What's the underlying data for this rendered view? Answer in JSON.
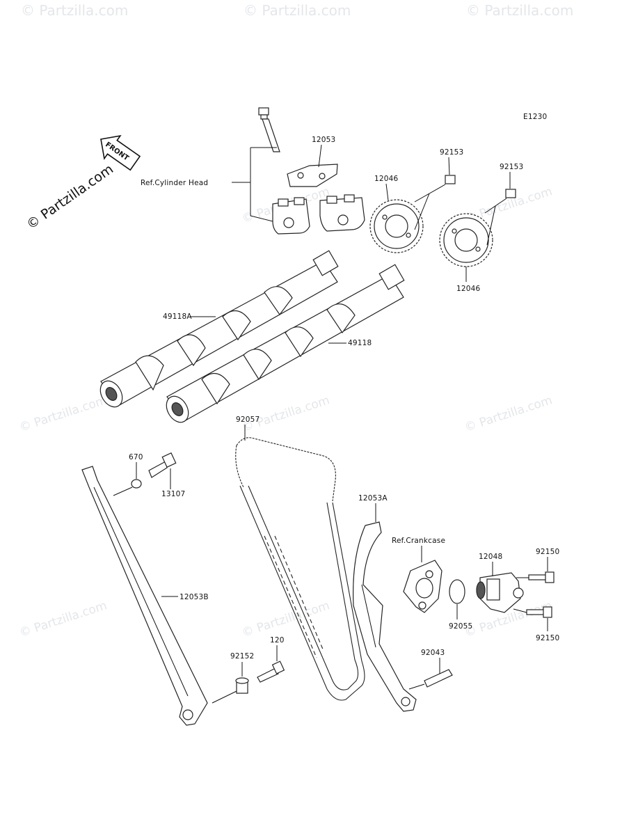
{
  "diagram_code": "E1230",
  "watermark": "© Partzilla.com",
  "brand": {
    "logo_text": "© Partzilla.com",
    "front_label": "FRONT"
  },
  "refs": {
    "cylinder_head": "Ref.Cylinder Head",
    "crankcase": "Ref.Crankcase"
  },
  "parts": {
    "p12053": "12053",
    "p92153a": "92153",
    "p92153b": "92153",
    "p12046a": "12046",
    "p12046b": "12046",
    "p49118A": "49118A",
    "p49118": "49118",
    "p92057": "92057",
    "p670": "670",
    "p13107": "13107",
    "p12053A": "12053A",
    "p12053B": "12053B",
    "p12048": "12048",
    "p92150a": "92150",
    "p92150b": "92150",
    "p92055": "92055",
    "p120": "120",
    "p92152": "92152",
    "p92043": "92043"
  }
}
